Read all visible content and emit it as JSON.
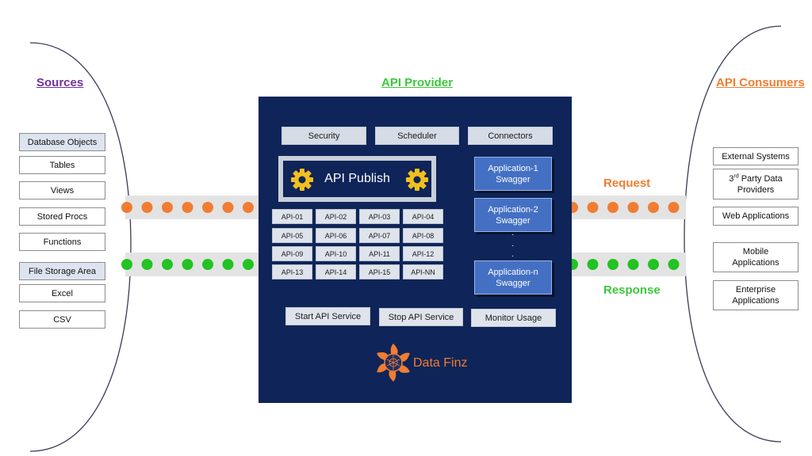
{
  "headings": {
    "sources": "Sources",
    "provider": "API Provider",
    "consumers": "API Consumers"
  },
  "flow_labels": {
    "request": "Request",
    "response": "Response"
  },
  "sources": {
    "database_header": "Database Objects",
    "database_items": [
      "Tables",
      "Views",
      "Stored Procs",
      "Functions"
    ],
    "file_header": "File Storage Area",
    "file_items": [
      "Excel",
      "CSV"
    ]
  },
  "provider": {
    "top_buttons": [
      "Security",
      "Scheduler",
      "Connectors"
    ],
    "publish_label": "API Publish",
    "apis": [
      "API-01",
      "API-02",
      "API-03",
      "API-04",
      "API-05",
      "API-06",
      "API-07",
      "API-08",
      "API-09",
      "API-10",
      "API-11",
      "API-12",
      "API-13",
      "API-14",
      "API-15",
      "API-NN"
    ],
    "applications": [
      {
        "name": "Application-1",
        "sub": "Swagger"
      },
      {
        "name": "Application-2",
        "sub": "Swagger"
      },
      {
        "name": "Application-n",
        "sub": "Swagger"
      }
    ],
    "bottom_buttons": [
      "Start API Service",
      "Stop API Service",
      "Monitor Usage"
    ],
    "logo_text": "Data Finz"
  },
  "consumers": {
    "external_systems": "External Systems",
    "third_party_sup": "rd",
    "third_party_line1_prefix": "3",
    "third_party_line1_suffix": " Party Data",
    "third_party_line2": "Providers",
    "web_applications": "Web Applications",
    "mobile_line1": "Mobile",
    "mobile_line2": "Applications",
    "enterprise_line1": "Enterprise",
    "enterprise_line2": "Applications"
  },
  "colors": {
    "panel": "#0f2458",
    "request_dot": "#f07d32",
    "response_dot": "#22c322",
    "app_box": "#4470c4"
  },
  "icons": {
    "gear": "gear-icon",
    "logo": "data-finz-logo-icon"
  }
}
